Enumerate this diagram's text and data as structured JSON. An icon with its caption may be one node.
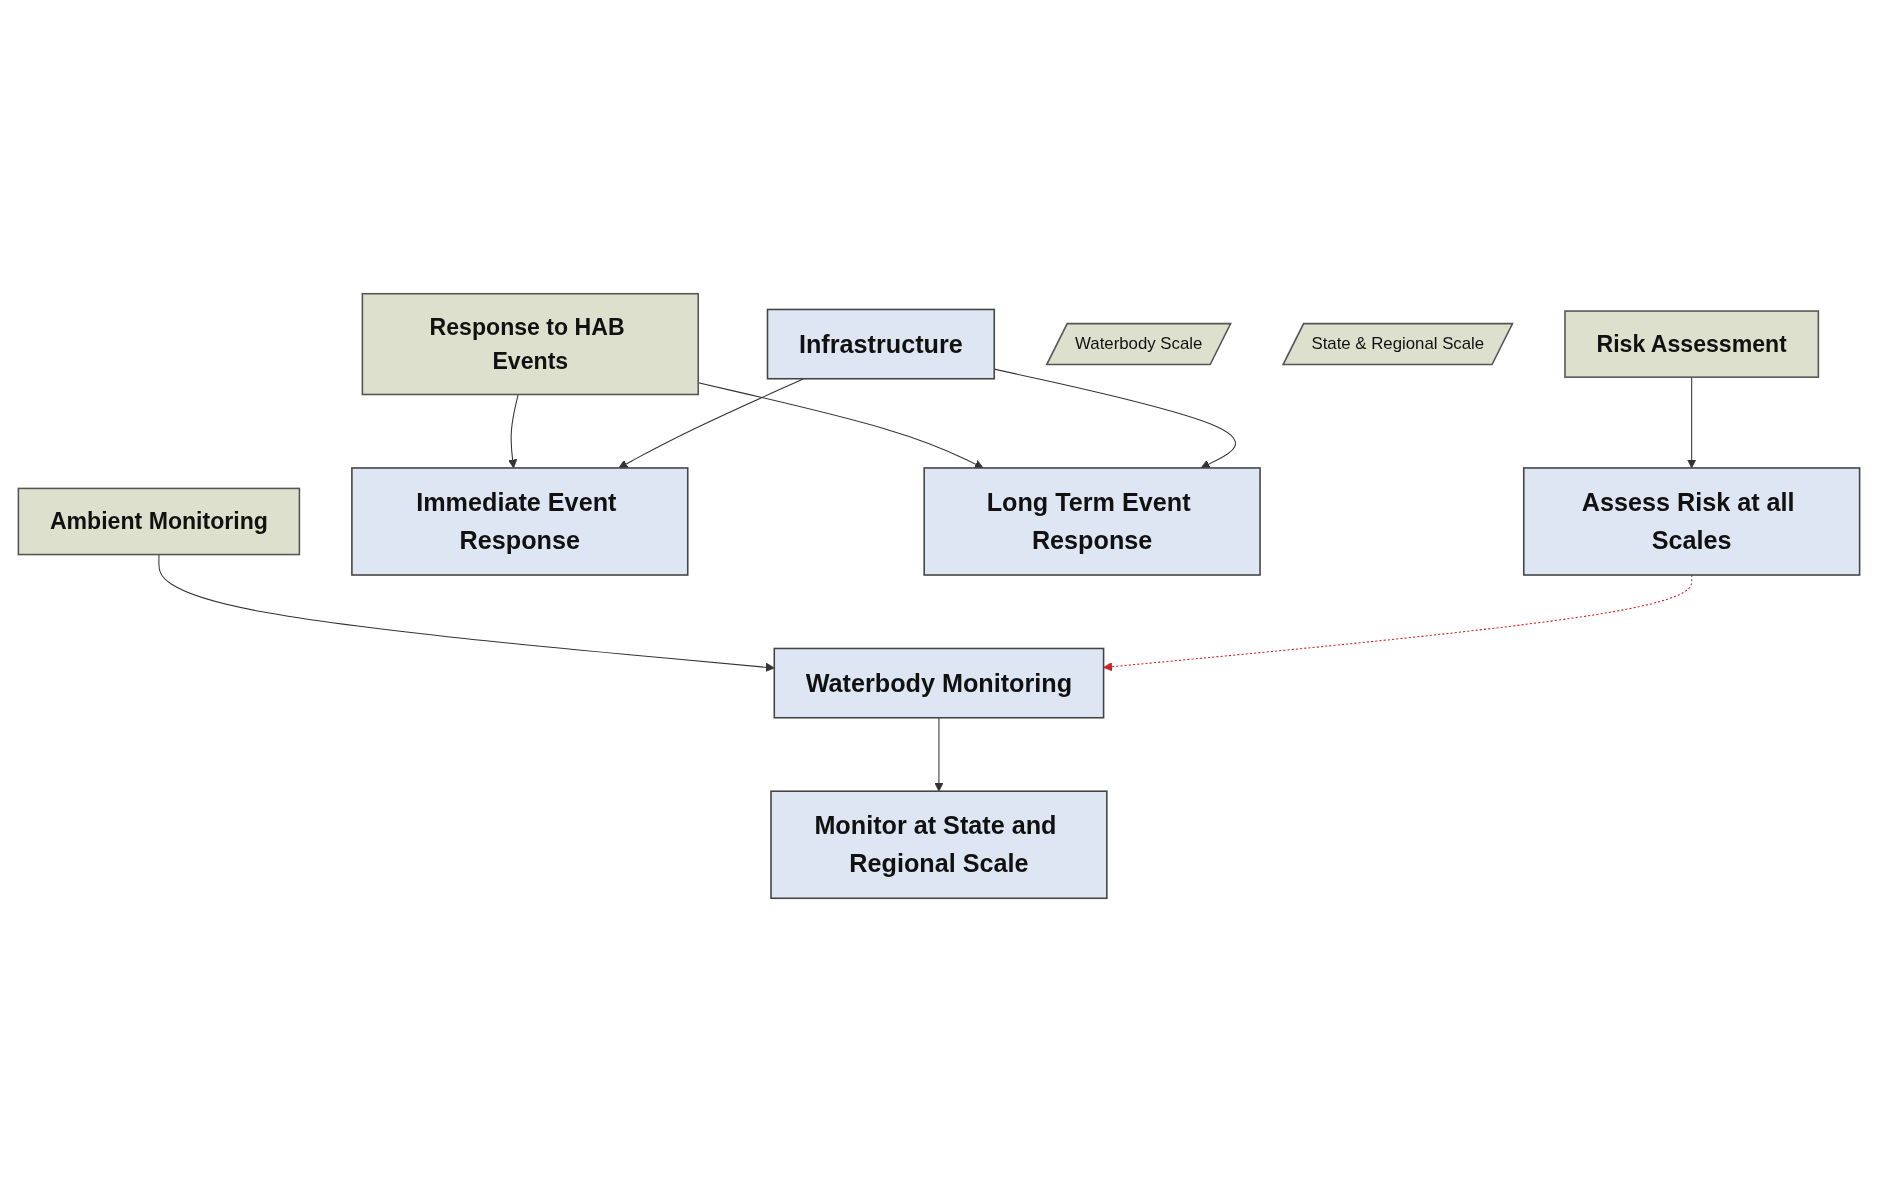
{
  "diagram": {
    "nodes": [
      {
        "text": [
          "Response to HAB Events"
        ]
      },
      {
        "text": [
          "Ambient Monitoring"
        ]
      },
      {
        "text": [
          "Risk Assessment"
        ]
      },
      {
        "text": [
          "Waterbody Scale"
        ]
      },
      {
        "text": [
          "Immediate Event Response"
        ]
      },
      {
        "text": [
          "Long Term Event Response"
        ]
      },
      {
        "text": [
          "Waterbody Monitoring"
        ]
      },
      {
        "text": [
          "State & Regional Scale"
        ]
      },
      {
        "text": [
          "Infrastructure"
        ]
      },
      {
        "text": [
          "Monitor at State and Regional Scale"
        ]
      },
      {
        "text": [
          "Assess Risk at all Scales"
        ]
      }
    ],
    "edges": [
      {
        "from": 0,
        "to": 4,
        "arrow": "to"
      },
      {
        "from": 0,
        "to": 5,
        "arrow": "to"
      },
      {
        "from": 1,
        "to": 6,
        "arrow": "to"
      },
      {
        "from": 2,
        "to": 10,
        "arrow": "to"
      },
      {
        "from": 8,
        "to": 4,
        "arrow": "to"
      },
      {
        "from": 8,
        "to": 5,
        "arrow": "to"
      },
      {
        "from": 6,
        "to": 9,
        "arrow": "to"
      },
      {
        "from": 10,
        "to": 6,
        "arrow": "to",
        "style": "dashed",
        "color": "#d42020"
      }
    ]
  }
}
